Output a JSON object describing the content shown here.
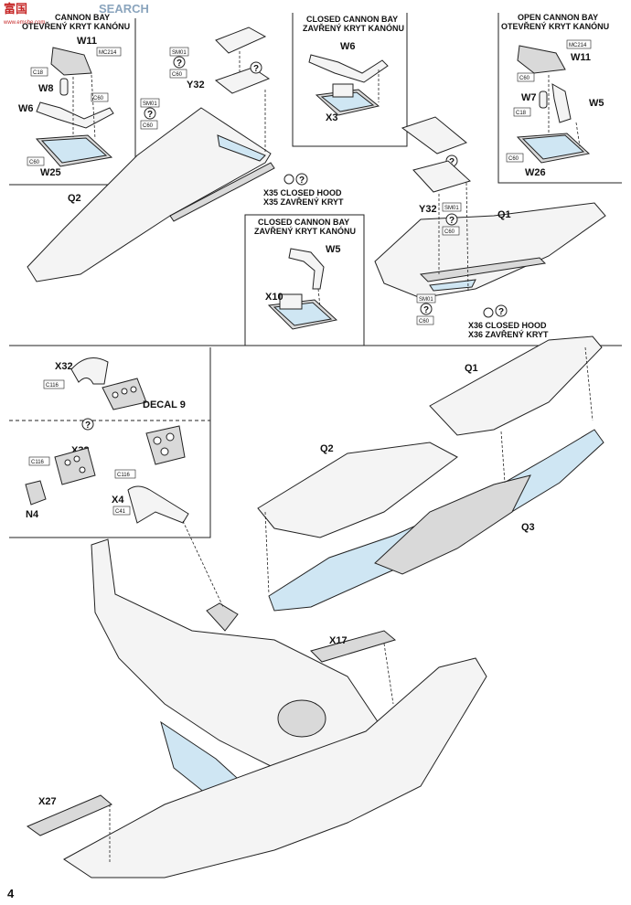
{
  "watermark": {
    "brand_cn": "富国",
    "brand_en": "SEARCH",
    "site": "www.emsbe.com"
  },
  "page_number": "4",
  "panels": {
    "top_left_caption_1": "CANNON BAY",
    "top_left_caption_2": "OTEVŘENÝ KRYT KANÓNU",
    "closed_top_1": "CLOSED CANNON BAY",
    "closed_top_2": "ZAVŘENÝ KRYT KANÓNU",
    "open_right_1": "OPEN CANNON BAY",
    "open_right_2": "OTEVŘENÝ KRYT KANÓNU",
    "closed_mid_1": "CLOSED CANNON BAY",
    "closed_mid_2": "ZAVŘENÝ KRYT KANÓNU"
  },
  "hood_notes": {
    "x35_1": "X35 CLOSED HOOD",
    "x35_2": "X35 ZAVŘENÝ KRYT",
    "x36_1": "X36 CLOSED HOOD",
    "x36_2": "X36 ZAVŘENÝ KRYT"
  },
  "part_labels": {
    "w11_l": "W11",
    "w8": "W8",
    "w6_l": "W6",
    "w25": "W25",
    "q2_top": "Q2",
    "y32_l": "Y32",
    "w6_c": "W6",
    "x3": "X3",
    "w5_c": "W5",
    "x10": "X10",
    "w11_r": "W11",
    "w7": "W7",
    "w5_r": "W5",
    "w26": "W26",
    "q1_top": "Q1",
    "y32_r": "Y32",
    "x32": "X32",
    "decal": "DECAL 9",
    "x33": "X33",
    "n4": "N4",
    "x4": "X4",
    "q1_main": "Q1",
    "q2_main": "Q2",
    "q3": "Q3",
    "x17": "X17",
    "x27": "X27"
  },
  "paint_codes": {
    "mc214_l": "MC214",
    "c18_l": "C18",
    "c60_l1": "C60",
    "c60_l2": "C60",
    "sm01_a": "SM01",
    "c60_a": "C60",
    "sm01_b": "SM01",
    "c60_b": "C60",
    "mc214_r": "MC214",
    "c60_r1": "C60",
    "c18_r": "C18",
    "c60_r2": "C60",
    "sm01_c": "SM01",
    "c60_c": "C60",
    "sm01_d": "SM01",
    "c60_d": "C60",
    "c116_a": "C116",
    "c116_b": "C116",
    "c116_c": "C116",
    "c41": "C41"
  },
  "question_mark": "?"
}
